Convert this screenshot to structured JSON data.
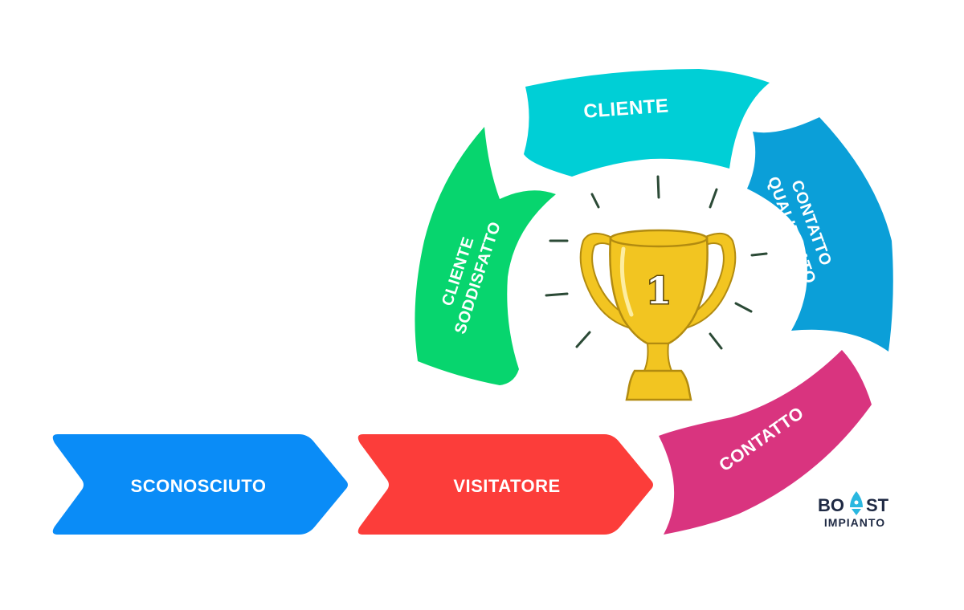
{
  "stages": {
    "sconosciuto": {
      "label": "SCONOSCIUTO",
      "color": "#0a8cf7"
    },
    "visitatore": {
      "label": "VISITATORE",
      "color": "#fc3d3a"
    },
    "contatto": {
      "label": "CONTATTO",
      "color": "#d9347f"
    },
    "contatto_qualificato": {
      "line1": "CONTATTO",
      "line2": "QUALIFICATO",
      "color": "#0b9fd8"
    },
    "cliente": {
      "label": "CLIENTE",
      "color": "#00cfd6"
    },
    "cliente_soddisfatto": {
      "line1": "CLIENTE",
      "line2": "SODDISFATTO",
      "color": "#07d56e"
    }
  },
  "trophy": {
    "number": "1",
    "color": "#f2c521"
  },
  "logo": {
    "line1_start": "BO",
    "line1_end": "ST",
    "line2": "IMPIANTO",
    "accent": "#2ab7e0"
  }
}
